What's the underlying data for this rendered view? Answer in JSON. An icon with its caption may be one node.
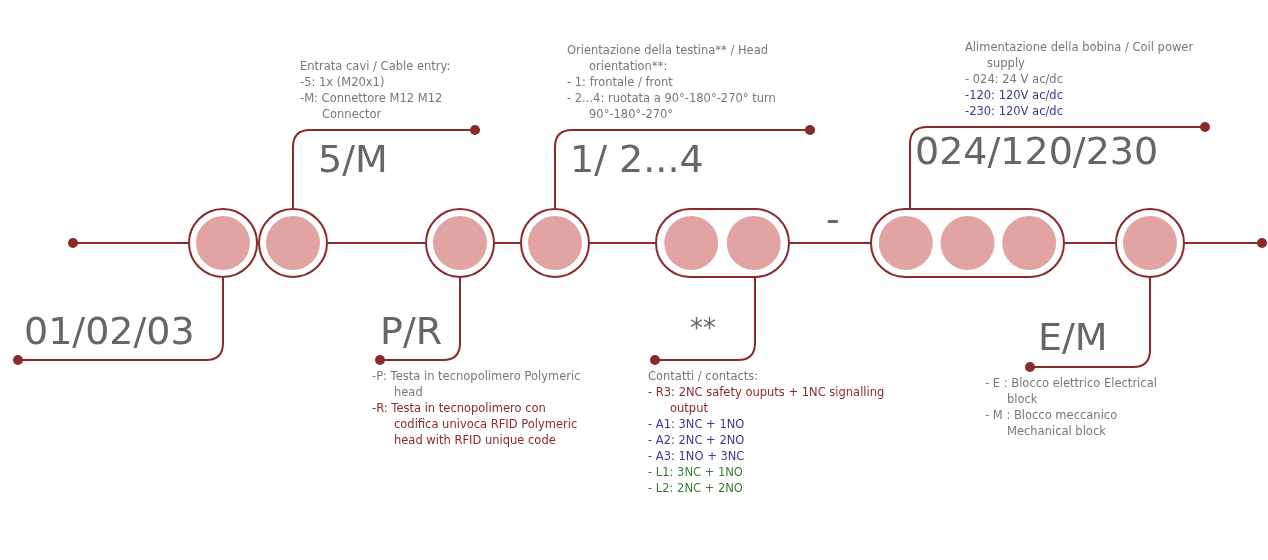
{
  "diagram": {
    "nodes": [
      {
        "text": [],
        "shape": "circle"
      },
      {
        "text": [],
        "shape": "circle"
      },
      {
        "text": [],
        "shape": "circle"
      },
      {
        "text": [],
        "shape": "circle"
      },
      {
        "text": [],
        "shape": "capsule"
      },
      {
        "text": [],
        "shape": "capsule"
      },
      {
        "text": [],
        "shape": "circle"
      },
      {
        "text": [
          "Entrata cavi / Cable entry:",
          "-5: 1x (M20x1)",
          "-M: Connettore M12 M12 Connector"
        ]
      },
      {
        "text": [
          "Orientazione della testina** / Head orientation**:",
          "- 1: frontale / front",
          "- 2...4: ruotata a 90°-180°-270° turn 90°-180°-270°"
        ]
      },
      {
        "text": [
          "Alimentazione della bobina / Coil power supply",
          "- 024: 24 V ac/dc",
          "-120: 120V ac/dc",
          "-230: 120V ac/dc"
        ]
      },
      {
        "text": [
          "-P: Testa in tecnopolimero Polymeric head",
          "-R: Testa in tecnopolimero con codifica univoca RFID Polymeric head with RFID unique code"
        ]
      },
      {
        "text": [
          "Contatti / contacts:",
          "- R3: 2NC safety ouputs + 1NC signalling output",
          "- A1: 3NC + 1NO",
          "- A2: 2NC + 2NO",
          "- A3: 1NO + 3NC",
          "- L1: 3NC + 1NO",
          "- L2: 2NC + 2NO"
        ]
      },
      {
        "text": [
          "- E : Blocco elettrico Electrical block",
          "- M : Blocco meccanico Mechanical block"
        ]
      }
    ],
    "edges": [
      {
        "from": 0,
        "to": null,
        "arrow": "other"
      },
      {
        "from": 1,
        "to": 2,
        "arrow": "none"
      },
      {
        "from": 2,
        "to": 3,
        "arrow": "none"
      },
      {
        "from": 3,
        "to": 4,
        "arrow": "none"
      },
      {
        "from": 4,
        "to": 5,
        "arrow": "none",
        "label": "-"
      },
      {
        "from": 5,
        "to": 6,
        "arrow": "none"
      },
      {
        "from": 6,
        "to": null,
        "arrow": "other"
      },
      {
        "from": 0,
        "to": null,
        "arrow": "other",
        "label": "01/02/03"
      },
      {
        "from": 1,
        "to": 7,
        "arrow": "other",
        "label": "5/M"
      },
      {
        "from": 2,
        "to": 10,
        "arrow": "other",
        "label": "P/R"
      },
      {
        "from": 3,
        "to": 8,
        "arrow": "other",
        "label": "1/ 2...4"
      },
      {
        "from": 4,
        "to": 11,
        "arrow": "other",
        "label": "**"
      },
      {
        "from": 5,
        "to": 9,
        "arrow": "other",
        "label": "024/120/230"
      },
      {
        "from": 6,
        "to": 12,
        "arrow": "other",
        "label": "E/M"
      }
    ]
  }
}
